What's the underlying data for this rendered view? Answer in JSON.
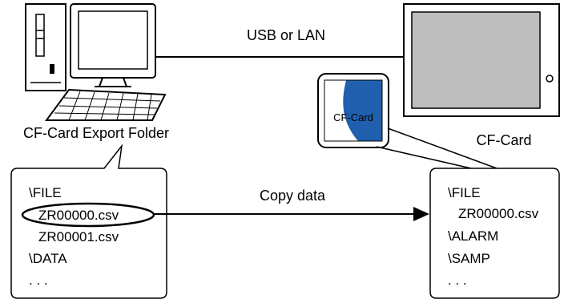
{
  "connection_label": "USB or LAN",
  "pc_caption": "CF-Card Export Folder",
  "panel_caption": "CF-Card",
  "card_label": "CF-Card",
  "copy_label": "Copy data",
  "left_box": {
    "lines": [
      "\\FILE",
      "ZR00000.csv",
      "ZR00001.csv",
      "\\DATA",
      ". . ."
    ]
  },
  "right_box": {
    "lines": [
      "\\FILE",
      "ZR00000.csv",
      "\\ALARM",
      "\\SAMP",
      ". . ."
    ]
  },
  "colors": {
    "card_blue": "#1f5fae",
    "panel_screen": "#bdbdbd",
    "line": "#000000"
  }
}
